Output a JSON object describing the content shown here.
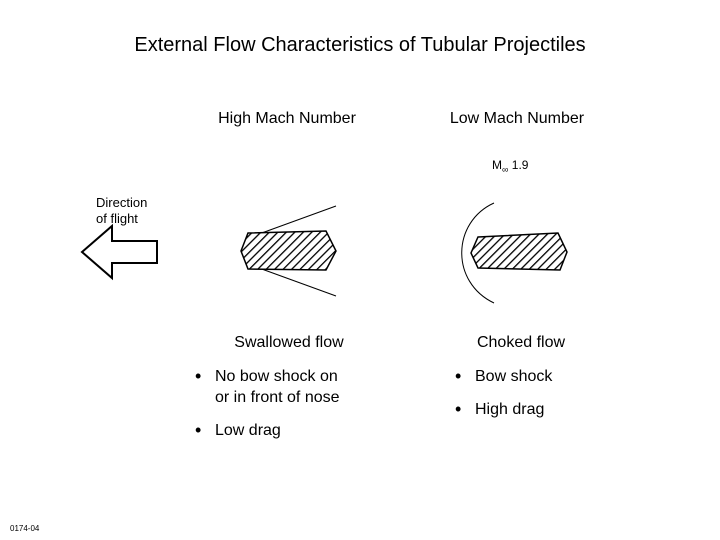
{
  "slide": {
    "title": "External Flow Characteristics of Tubular Projectiles",
    "figure_id": "0174-04"
  },
  "direction_label": {
    "line1": "Direction",
    "line2": "of flight"
  },
  "columns": {
    "high": {
      "heading": "High Mach Number",
      "flow_type": "Swallowed flow",
      "bullets": [
        "No bow shock on",
        "or in front of nose",
        "Low drag"
      ]
    },
    "low": {
      "heading": "Low Mach Number",
      "mach_symbol": "M",
      "mach_sub": "∞",
      "mach_value": "1.9",
      "flow_type": "Choked flow",
      "bullets": [
        "Bow shock",
        "High drag"
      ]
    }
  },
  "bullet_glyph": "•"
}
